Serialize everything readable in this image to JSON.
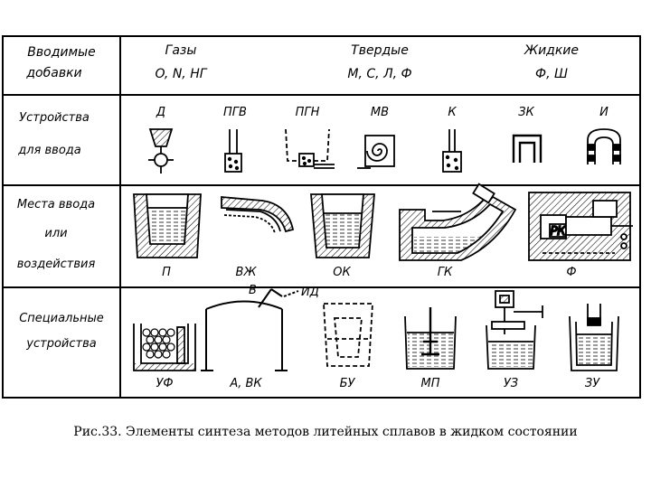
{
  "figure": {
    "header": {
      "col_label_line1": "Вводимые",
      "col_label_line2": "добавки",
      "groups": [
        {
          "title": "Газы",
          "items": "O, N, НГ"
        },
        {
          "title": "Твердые",
          "items": "М, С, Л, Ф"
        },
        {
          "title": "Жидкие",
          "items": "Ф, Ш"
        }
      ]
    },
    "rows": [
      {
        "label_lines": [
          "Устройства",
          "для ввода"
        ],
        "items": [
          "Д",
          "ПГВ",
          "ПГН",
          "МВ",
          "К",
          "ЗК",
          "И"
        ]
      },
      {
        "label_lines": [
          "Места ввода",
          "или",
          "воздействия"
        ],
        "items": [
          "П",
          "ВЖ",
          "ОК",
          "ГК",
          "Ф"
        ],
        "inner_labels": [
          "РК"
        ]
      },
      {
        "label_lines": [
          "Специальные",
          "устройства"
        ],
        "items": [
          "УФ",
          "А, ВК",
          "БУ",
          "МП",
          "УЗ",
          "ЗУ"
        ],
        "annotations": [
          "В",
          "ИД"
        ]
      }
    ]
  },
  "caption": "Рис.33. Элементы синтеза методов литейных сплавов в жидком состоянии"
}
